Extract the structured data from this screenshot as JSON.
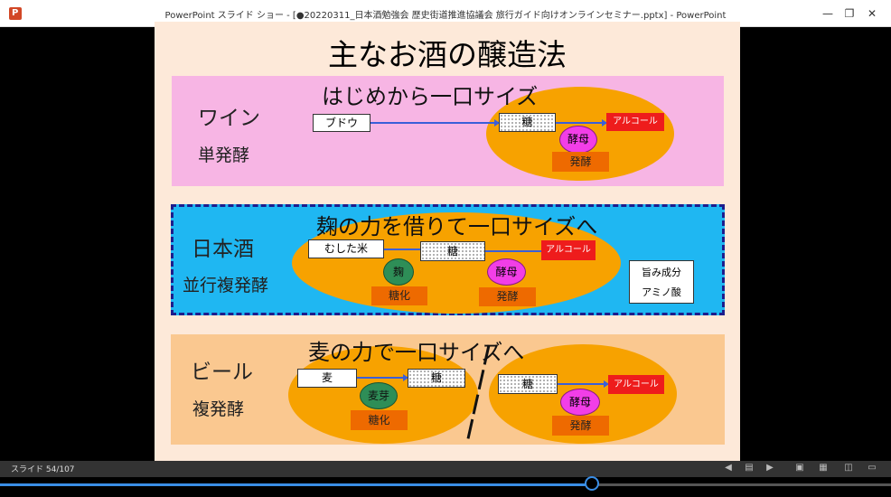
{
  "window": {
    "title": "PowerPoint スライド ショー - [●20220311_日本酒勉強会 歴史街道推進協議会 旅行ガイド向けオンラインセミナー.pptx] - PowerPoint",
    "app_icon": "P"
  },
  "slide": {
    "title": "主なお酒の醸造法",
    "wine": {
      "heading": "はじめから一口サイズ",
      "name": "ワイン",
      "method": "単発酵",
      "grape": "ブドウ",
      "sugar": "糖",
      "yeast": "酵母",
      "alcohol": "アルコール",
      "ferment": "発酵"
    },
    "sake": {
      "heading": "麹の力を借りて一口サイズへ",
      "name": "日本酒",
      "method": "並行複発酵",
      "rice": "むした米",
      "sugar": "糖",
      "koji": "麹",
      "saccharify": "糖化",
      "yeast": "酵母",
      "ferment": "発酵",
      "alcohol": "アルコール",
      "umami": "旨み成分",
      "amino": "アミノ酸"
    },
    "beer": {
      "heading": "麦の力で一口サイズへ",
      "name": "ビール",
      "method": "複発酵",
      "barley": "麦",
      "sugar1": "糖",
      "malt": "麦芽",
      "saccharify": "糖化",
      "sugar2": "糖",
      "yeast": "酵母",
      "alcohol": "アルコール",
      "ferment": "発酵"
    }
  },
  "status": {
    "slide_counter": "スライド 54/107"
  },
  "progress": {
    "fraction": 0.664
  },
  "colors": {
    "accent": "#3a8ee6",
    "wine_panel": "#f7b5e4",
    "sake_panel": "#1fb7f2",
    "beer_panel": "#fac890",
    "ellipse": "#f7a200"
  }
}
